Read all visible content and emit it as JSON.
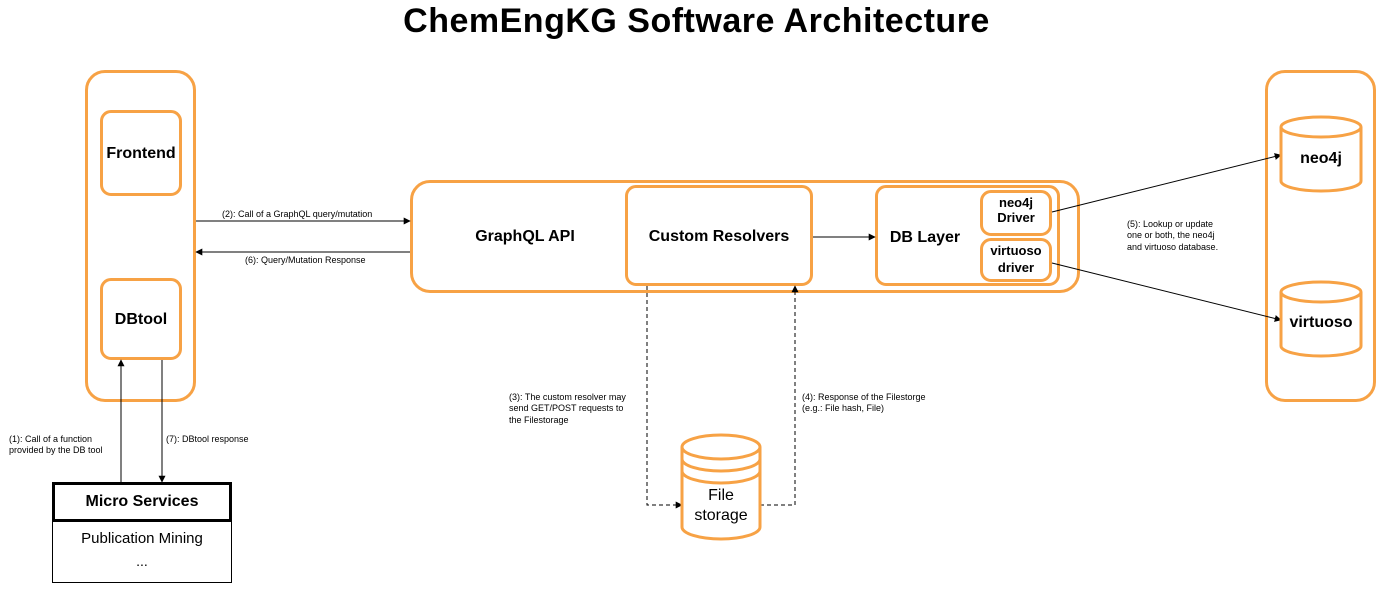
{
  "title": "ChemEngKG  Software Architecture",
  "nodes": {
    "frontend": "Frontend",
    "dbtool": "DBtool",
    "graphql_api": "GraphQL API",
    "custom_resolvers": "Custom Resolvers",
    "db_layer": "DB Layer",
    "neo4j_driver": "neo4j\nDriver",
    "virtuoso_driver": "virtuoso\ndriver",
    "neo4j_db": "neo4j",
    "virtuoso_db": "virtuoso",
    "file_storage": "File\nstorage",
    "micro_services": "Micro Services",
    "publication_mining": "Publication Mining",
    "ellipsis": "..."
  },
  "edges": {
    "e1": "(1): Call of a function\nprovided by the DB tool",
    "e2": "(2): Call of a GraphQL query/mutation",
    "e3": "(3): The custom resolver may\nsend GET/POST requests to\nthe Filestorage",
    "e4": "(4): Response of the Filestorge\n(e.g.: File hash, File)",
    "e5": "(5): Lookup or update\none or both, the neo4j\nand virtuoso database.",
    "e6": "(6): Query/Mutation Response",
    "e7": "(7): DBtool response"
  },
  "colors": {
    "accent": "#f7a245",
    "line": "#000000"
  }
}
